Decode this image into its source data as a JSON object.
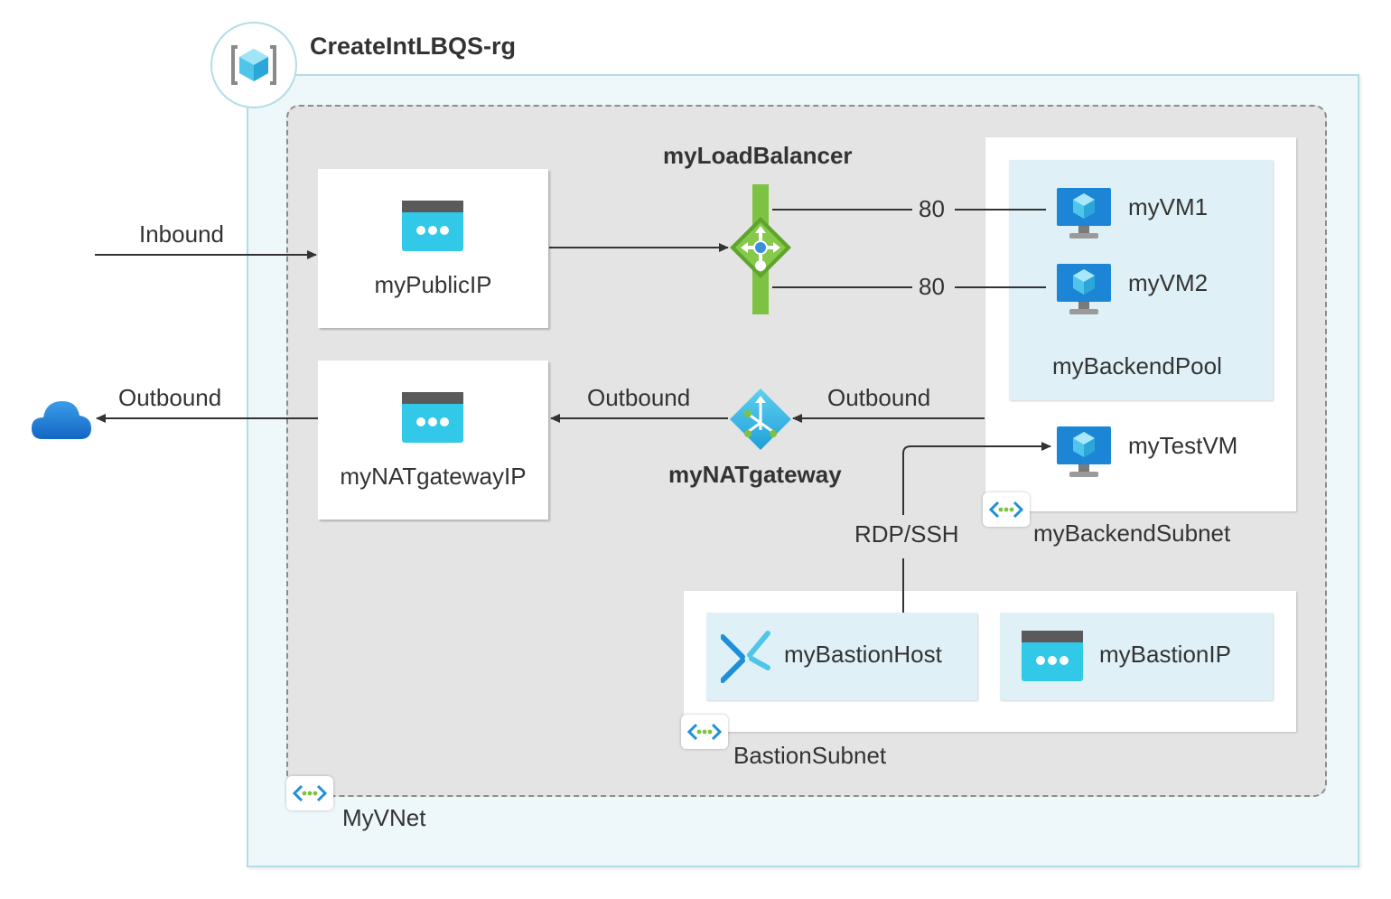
{
  "resource_group": {
    "name": "CreateIntLBQS-rg",
    "icon": "resource-group-icon"
  },
  "vnet": {
    "name": "MyVNet",
    "icon": "vnet-icon"
  },
  "public_ip": {
    "name": "myPublicIP",
    "icon": "public-ip-icon"
  },
  "nat_gateway_ip": {
    "name": "myNATgatewayIP",
    "icon": "public-ip-icon"
  },
  "load_balancer": {
    "name": "myLoadBalancer",
    "icon": "load-balancer-icon"
  },
  "nat_gateway": {
    "name": "myNATgateway",
    "icon": "nat-gateway-icon"
  },
  "backend_subnet": {
    "name": "myBackendSubnet",
    "pool": {
      "name": "myBackendPool",
      "vms": [
        "myVM1",
        "myVM2"
      ]
    },
    "test_vm": "myTestVM"
  },
  "bastion_subnet": {
    "name": "BastionSubnet",
    "host": "myBastionHost",
    "ip": "myBastionIP"
  },
  "flows": {
    "inbound": "Inbound",
    "outbound_internet": "Outbound",
    "outbound_nat_to_ip": "Outbound",
    "outbound_subnet_to_nat": "Outbound",
    "port_vm1": "80",
    "port_vm2": "80",
    "rdp_ssh": "RDP/SSH"
  },
  "internet": {
    "icon": "cloud-icon"
  },
  "colors": {
    "rg_border": "#b3dde6",
    "rg_fill": "#eef8fb",
    "vnet_fill": "#e4e4e4",
    "pool_fill": "#dff1f7",
    "lb_green": "#7dc242",
    "azure_blue": "#1e8fd9"
  }
}
